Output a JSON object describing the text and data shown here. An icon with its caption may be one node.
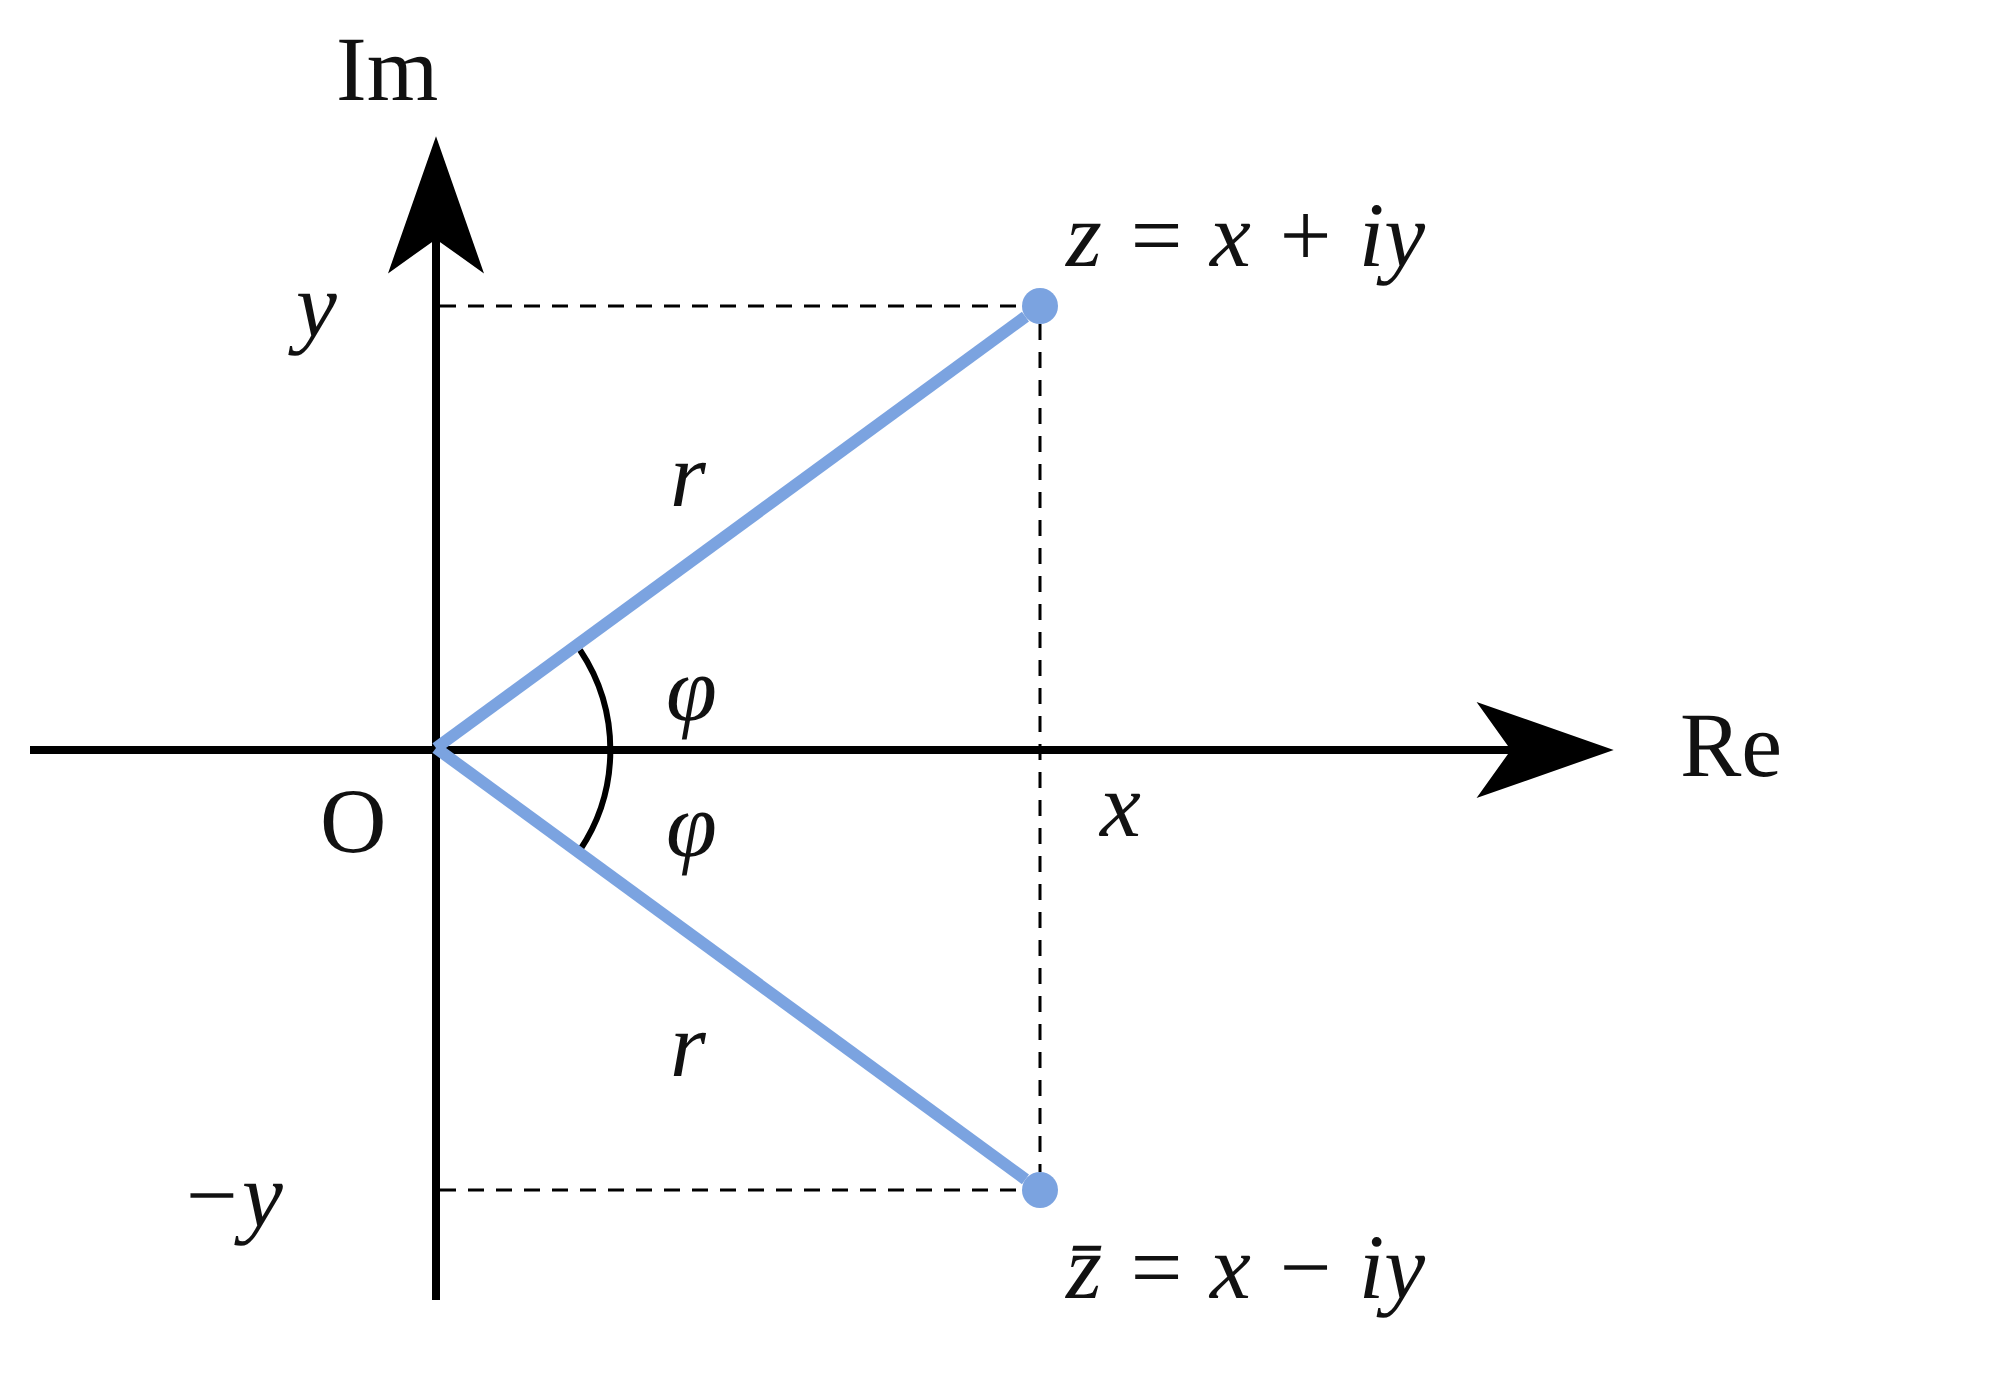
{
  "diagram": {
    "nodes": [
      {
        "text": [
          "O"
        ]
      },
      {
        "text": [
          "z = x + iy"
        ]
      },
      {
        "text": [
          "z̄ = x − iy"
        ]
      }
    ],
    "edges": [
      {
        "from": 0,
        "to": 1,
        "arrow": "none",
        "label": "r",
        "color": "#7ba3e0"
      },
      {
        "from": 0,
        "to": 2,
        "arrow": "none",
        "label": "r",
        "color": "#7ba3e0"
      },
      {
        "from": 1,
        "to": 2,
        "arrow": "none",
        "style": "dashed",
        "color": "#000000"
      }
    ],
    "labels": [
      "Im",
      "y",
      "φ",
      "Re",
      "φ",
      "x",
      "−y"
    ]
  }
}
